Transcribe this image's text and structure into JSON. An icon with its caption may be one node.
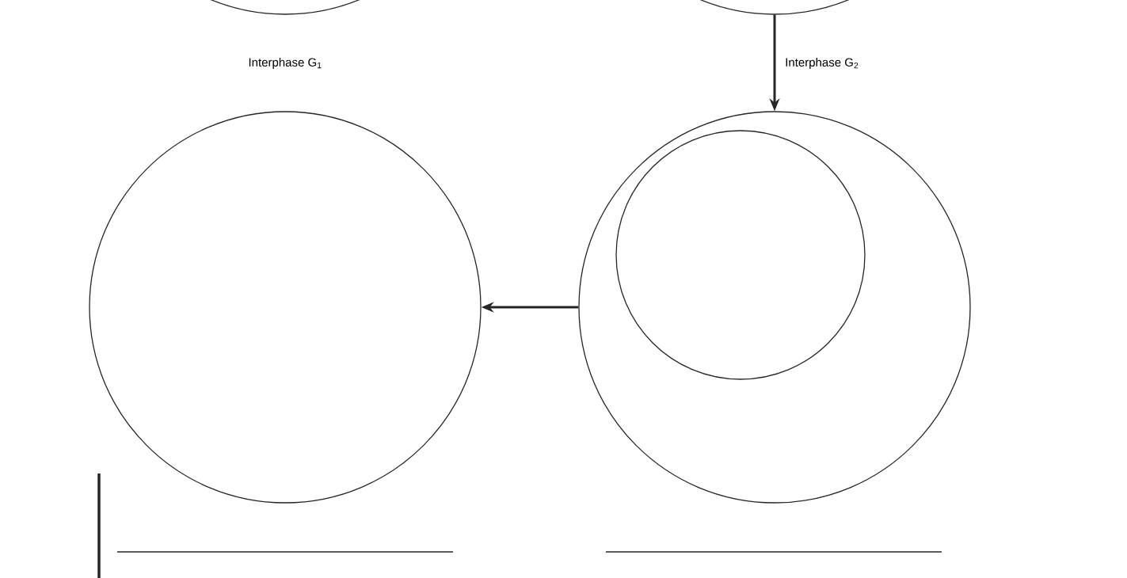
{
  "diagram": {
    "nodes": [
      {
        "text": [],
        "shape": "circle"
      },
      {
        "text": [],
        "shape": "circle"
      },
      {
        "text": [],
        "shape": "circle"
      },
      {
        "text": [],
        "shape": "circle"
      },
      {
        "text": [],
        "shape": "circle",
        "in": 3
      }
    ],
    "edges": [
      {
        "from": 1,
        "to": 3,
        "arrow": "to",
        "label": "Interphase G$_{2}$"
      },
      {
        "from": 3,
        "to": 2,
        "arrow": "to"
      }
    ],
    "labels": [
      "Interphase G$_{1}$"
    ]
  }
}
